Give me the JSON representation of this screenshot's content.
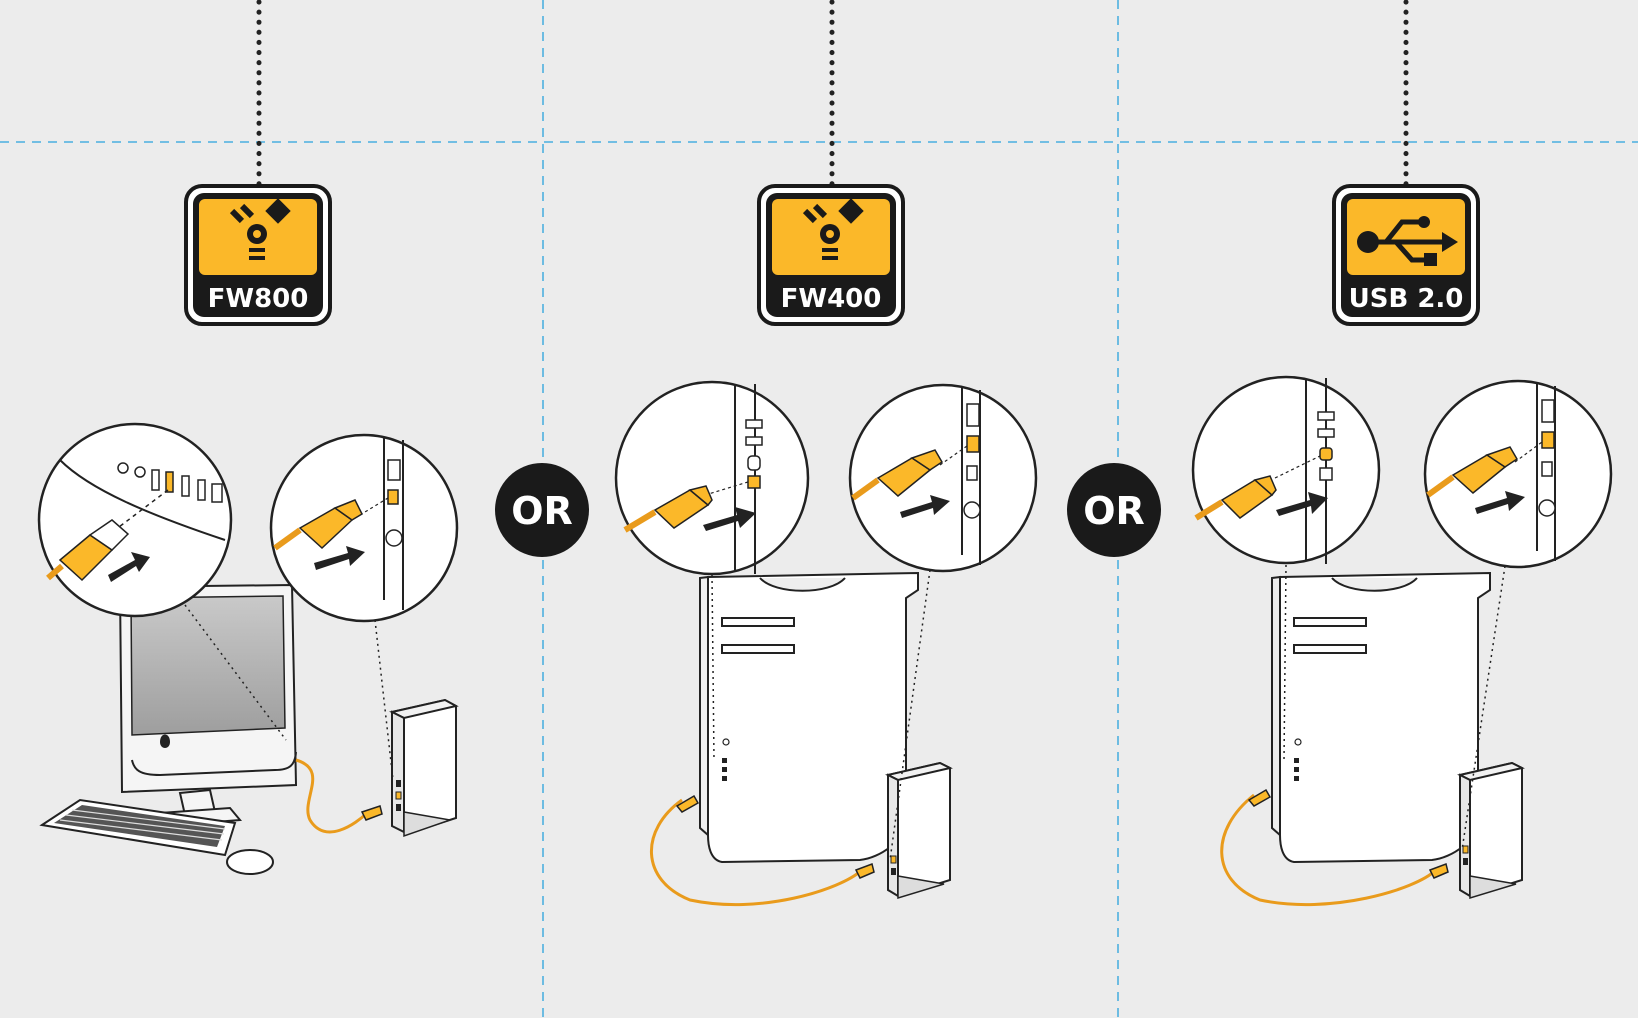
{
  "panels": [
    {
      "id": "fw800",
      "badge_label": "FW800",
      "badge_icon": "firewire-icon"
    },
    {
      "id": "fw400",
      "badge_label": "FW400",
      "badge_icon": "firewire-icon"
    },
    {
      "id": "usb",
      "badge_label": "USB 2.0",
      "badge_icon": "usb-icon"
    }
  ],
  "separators": [
    "OR",
    "OR"
  ],
  "colors": {
    "background": "#ececec",
    "accent": "#fbb829",
    "badge": "#1a1a1a",
    "guide": "#29a3dd",
    "line": "#222222"
  }
}
